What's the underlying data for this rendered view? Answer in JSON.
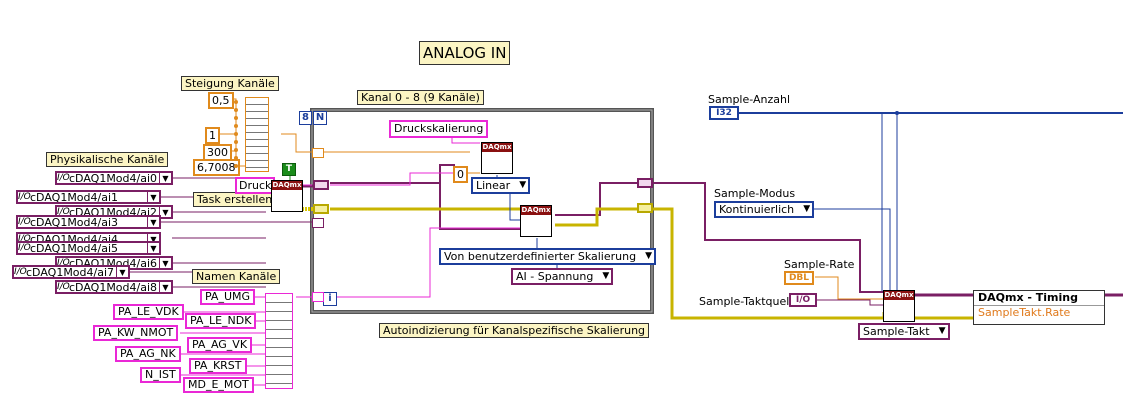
{
  "diagram": {
    "title": "ANALOG IN",
    "loop": {
      "label": "Kanal 0 - 8 (9 Kanäle)",
      "count_terminal": "N",
      "count_value": "8",
      "iteration_terminal": "i",
      "caption": "Autoindizierung für Kanalspezifische Skalierung"
    },
    "labels": {
      "steigung": "Steigung Kanäle",
      "physikalische": "Physikalische Kanäle",
      "namen": "Namen Kanäle",
      "task_erstellen": "Task erstellen",
      "sample_anzahl": "Sample-Anzahl",
      "sample_modus": "Sample-Modus",
      "sample_rate": "Sample-Rate",
      "sample_taktquelle": "Sample-Taktquelle"
    },
    "numeric_constants": [
      "0,5",
      "1",
      "300",
      "6,7008"
    ],
    "physical_channels": [
      "cDAQ1Mod4/ai0",
      "cDAQ1Mod4/ai1",
      "cDAQ1Mod4/ai2",
      "cDAQ1Mod4/ai3",
      "cDAQ1Mod4/ai4",
      "cDAQ1Mod4/ai5",
      "cDAQ1Mod4/ai6",
      "cDAQ1Mod4/ai7",
      "cDAQ1Mod4/ai8"
    ],
    "channel_names": [
      "PA_UMG",
      "PA_LE_VDK",
      "PA_LE_NDK",
      "PA_KW_NMOT",
      "PA_AG_VK",
      "PA_AG_NK",
      "PA_KRST",
      "N_IST",
      "MD_E_MOT"
    ],
    "string_constants": {
      "druck": "Druck",
      "druckskalierung": "Druckskalierung"
    },
    "bool_constant": "T",
    "zero_constant": "0",
    "rings": {
      "linear": "Linear",
      "skalierung": "Von benutzerdefinierter Skalierung",
      "ai_spannung": "AI - Spannung",
      "kontinuierlich": "Kontinuierlich",
      "sample_takt": "Sample-Takt"
    },
    "terminals": {
      "i32": "I32",
      "dbl": "DBL",
      "io": "I/O"
    },
    "vi_header": "DAQmx",
    "io_glyph": "I/O",
    "property_node": {
      "title": "DAQmx - Timing",
      "property": "SampleTakt.Rate"
    },
    "colors": {
      "label_bg": "#fcf5c4",
      "string_pink": "#ea28d6",
      "numeric_orange": "#e08a1c",
      "enum_blue": "#1c3e9c",
      "daq_purple": "#7a1f64",
      "error_yellow": "#d8c600",
      "bool_green": "#1a8c1a"
    }
  }
}
